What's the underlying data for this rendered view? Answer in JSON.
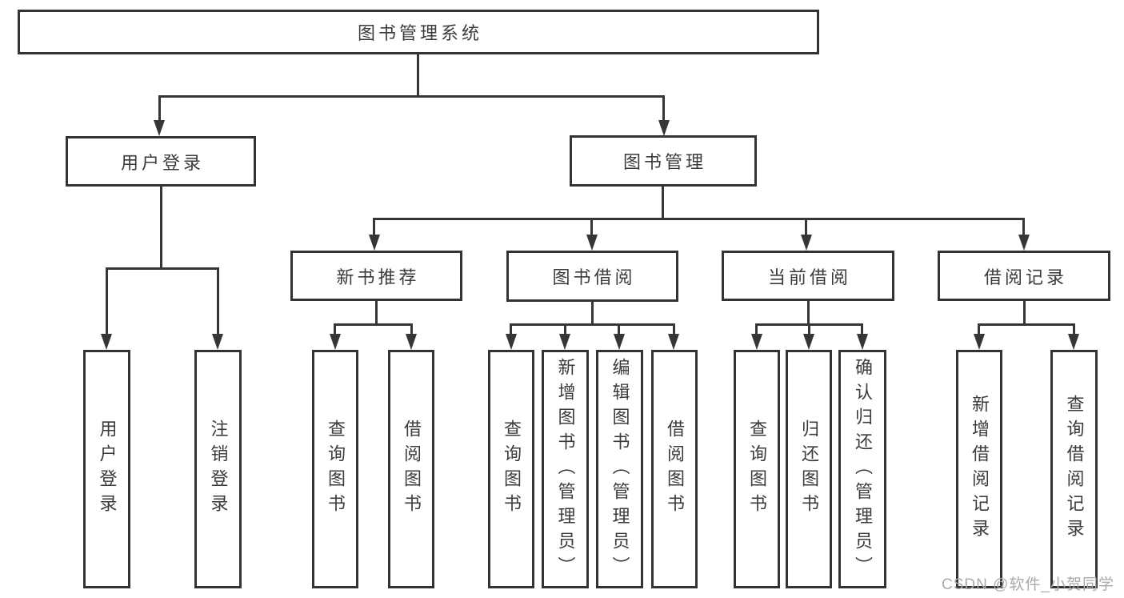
{
  "title": "图书管理系统",
  "nodes": {
    "root": {
      "label": "图书管理系统"
    },
    "user_login": {
      "label": "用户登录"
    },
    "book_mgmt": {
      "label": "图书管理"
    },
    "new_book_rec": {
      "label": "新书推荐"
    },
    "book_borrow": {
      "label": "图书借阅"
    },
    "current_borrow": {
      "label": "当前借阅"
    },
    "borrow_records": {
      "label": "借阅记录"
    },
    "leaf_user_login": {
      "label": "用户登录"
    },
    "leaf_logout": {
      "label": "注销登录"
    },
    "leaf_rec_query": {
      "label": "查询图书"
    },
    "leaf_rec_borrow": {
      "label": "借阅图书"
    },
    "leaf_bor_query": {
      "label": "查询图书"
    },
    "leaf_bor_add": {
      "label": "新增图书（管理员）"
    },
    "leaf_bor_edit": {
      "label": "编辑图书（管理员）"
    },
    "leaf_bor_borrow": {
      "label": "借阅图书"
    },
    "leaf_cur_query": {
      "label": "查询图书"
    },
    "leaf_cur_return": {
      "label": "归还图书"
    },
    "leaf_cur_confirm": {
      "label": "确认归还（管理员）"
    },
    "leaf_rec2_add": {
      "label": "新增借阅记录"
    },
    "leaf_rec2_query": {
      "label": "查询借阅记录"
    }
  },
  "hierarchy": {
    "图书管理系统": {
      "用户登录": [
        "用户登录",
        "注销登录"
      ],
      "图书管理": {
        "新书推荐": [
          "查询图书",
          "借阅图书"
        ],
        "图书借阅": [
          "查询图书",
          "新增图书（管理员）",
          "编辑图书（管理员）",
          "借阅图书"
        ],
        "当前借阅": [
          "查询图书",
          "归还图书",
          "确认归还（管理员）"
        ],
        "借阅记录": [
          "新增借阅记录",
          "查询借阅记录"
        ]
      }
    }
  },
  "watermark": {
    "text": "CSDN @软件_小贺同学"
  },
  "colors": {
    "line": "#363636",
    "box_border": "#333333",
    "text": "#3b3b3b",
    "watermark": "#aaaaaa",
    "background": "#ffffff"
  }
}
